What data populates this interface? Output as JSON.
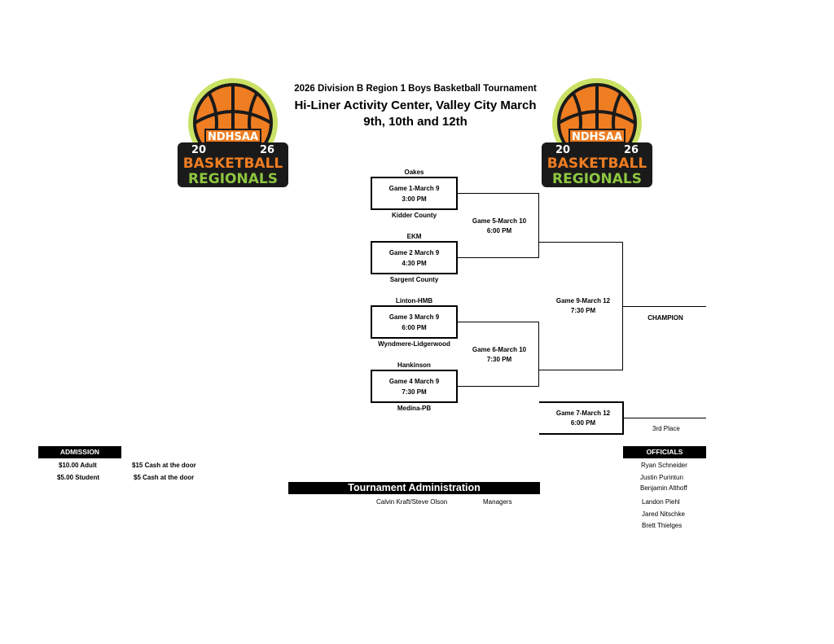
{
  "header": {
    "line1": "2026 Division B Region 1 Boys Basketball Tournament",
    "line2": "Hi-Liner Activity Center, Valley City March",
    "line3": "9th, 10th and 12th"
  },
  "logo": {
    "org": "NDHSAA",
    "year_left": "20",
    "year_right": "26",
    "word1": "BASKETBALL",
    "word2": "REGIONALS",
    "colors": {
      "ball": "#ef7d22",
      "green": "#8dc63f",
      "dark": "#1a1a1a",
      "yellow": "#c9e265"
    }
  },
  "bracket": {
    "games": [
      {
        "title": "Game 1-March 9",
        "time": "3:00 PM",
        "top_team": "Oakes",
        "bottom_team": "Kidder County"
      },
      {
        "title": "Game 2 March 9",
        "time": "4:30 PM",
        "top_team": "EKM",
        "bottom_team": "Sargent County"
      },
      {
        "title": "Game 3 March 9",
        "time": "6:00 PM",
        "top_team": "Linton-HMB",
        "bottom_team": "Wyndmere-Lidgerwood"
      },
      {
        "title": "Game 4 March 9",
        "time": "7:30 PM",
        "top_team": "Hankinson",
        "bottom_team": "Medina-PB"
      }
    ],
    "game5": {
      "title": "Game 5-March 10",
      "time": "6:00 PM"
    },
    "game6": {
      "title": "Game 6-March 10",
      "time": "7:30 PM"
    },
    "game9": {
      "title": "Game 9-March 12",
      "time": "7:30 PM"
    },
    "game7": {
      "title": "Game 7-March 12",
      "time": "6:00 PM"
    },
    "champion": "CHAMPION",
    "third_place": "3rd Place"
  },
  "admission": {
    "heading": "ADMISSION",
    "rows": [
      {
        "price": "$10.00 Adult",
        "door": "$15 Cash at the door"
      },
      {
        "price": "$5.00 Student",
        "door": "$5 Cash at the door"
      }
    ]
  },
  "administration": {
    "heading": "Tournament Administration",
    "names": "Calvin Kraft/Steve Olson",
    "role": "Managers"
  },
  "officials": {
    "heading": "OFFICIALS",
    "names": [
      "Ryan Schneider",
      "Justin Purintun",
      "Benjamin Althoff",
      "Landon Piehl",
      "Jared Nitschke",
      "Brett Thielges"
    ]
  }
}
